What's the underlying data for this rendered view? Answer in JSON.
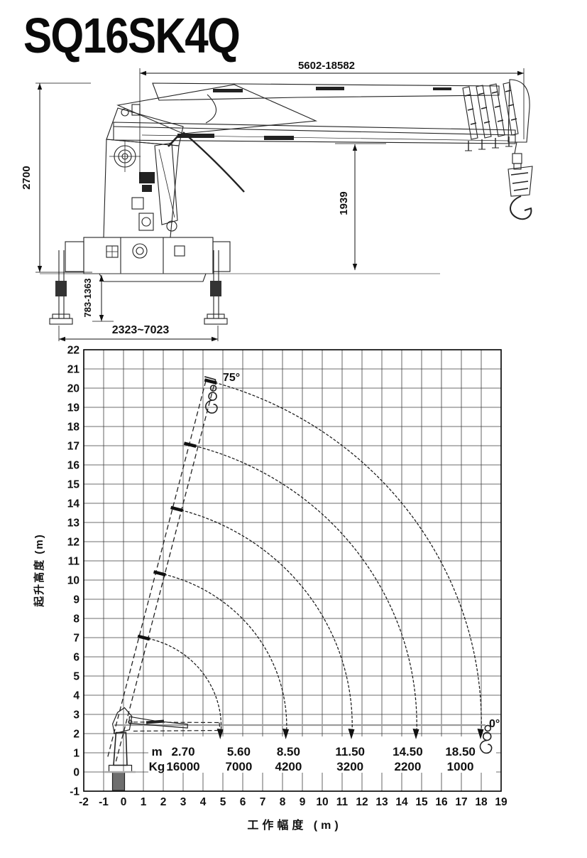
{
  "title": "SQ16SK4Q",
  "drawing": {
    "dim_boom_length": "5602-18582",
    "dim_overall_height": "2700",
    "dim_hook_height": "1939",
    "dim_outrigger_leg_height": "783-1363",
    "dim_outrigger_span": "2323~7023"
  },
  "chart_data": {
    "type": "line",
    "title": "",
    "xlabel": "工作幅度 (m)",
    "ylabel": "起升高度 (m)",
    "xlim": [
      -2,
      19
    ],
    "ylim": [
      -1,
      22
    ],
    "grid": true,
    "x_ticks": [
      -2,
      -1,
      0,
      1,
      2,
      3,
      4,
      5,
      6,
      7,
      8,
      9,
      10,
      11,
      12,
      13,
      14,
      15,
      16,
      17,
      18,
      19
    ],
    "y_ticks": [
      -1,
      0,
      1,
      2,
      3,
      4,
      5,
      6,
      7,
      8,
      9,
      10,
      11,
      12,
      13,
      14,
      15,
      16,
      17,
      18,
      19,
      20,
      21,
      22
    ],
    "boom_angle_max_label": "75°",
    "boom_angle_min_label": "0°",
    "pivot": [
      0,
      2.4
    ],
    "boom_stages": [
      {
        "tip_x": 1.02,
        "tip_y": 7.0,
        "radius_at_0": 4.9
      },
      {
        "tip_x": 1.82,
        "tip_y": 10.35,
        "radius_at_0": 8.2
      },
      {
        "tip_x": 2.68,
        "tip_y": 13.7,
        "radius_at_0": 11.5
      },
      {
        "tip_x": 3.35,
        "tip_y": 17.05,
        "radius_at_0": 14.75
      },
      {
        "tip_x": 4.38,
        "tip_y": 20.35,
        "radius_at_0": 18.0
      }
    ],
    "load_table": {
      "radius_row_label": "m",
      "load_row_label": "Kg",
      "radii_m": [
        "2.70",
        "5.60",
        "8.50",
        "11.50",
        "14.50",
        "18.50"
      ],
      "loads_kg": [
        "16000",
        "7000",
        "4200",
        "3200",
        "2200",
        "1000"
      ],
      "column_x": [
        3.0,
        5.8,
        8.3,
        11.4,
        14.3,
        16.95
      ]
    }
  }
}
